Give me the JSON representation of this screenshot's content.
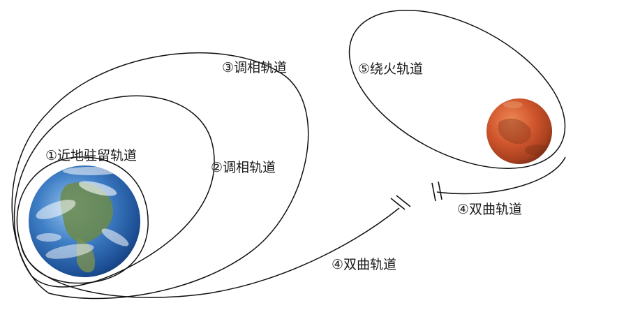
{
  "labels": {
    "orbit1": "①近地驻留轨道",
    "orbit2": "②调相轨道",
    "orbit3": "③调相轨道",
    "orbit4a": "④双曲轨道",
    "orbit4b": "④双曲轨道",
    "orbit5": "⑤绕火轨道"
  },
  "colors": {
    "line": "#111111",
    "earth_ocean": "#2f6fb6",
    "earth_land": "#6b8a4a",
    "mars": "#c9502a"
  }
}
